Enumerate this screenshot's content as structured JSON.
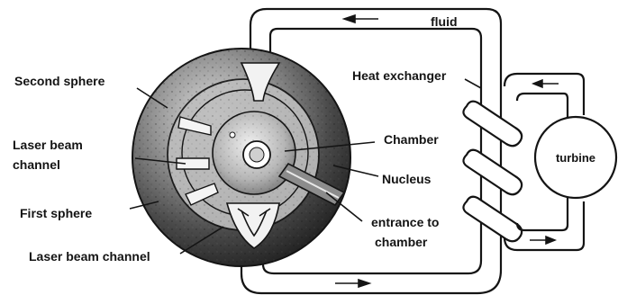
{
  "labels": {
    "fluid": "fluid",
    "second_sphere": "Second sphere",
    "laser_beam_channel_left_1": "Laser beam",
    "laser_beam_channel_left_2": "channel",
    "first_sphere": "First sphere",
    "laser_beam_channel_bottom": "Laser beam channel",
    "heat_exchanger": "Heat exchanger",
    "chamber": "Chamber",
    "nucleus": "Nucleus",
    "entrance_1": "entrance to",
    "entrance_2": "chamber",
    "turbine": "turbine"
  },
  "colors": {
    "ink": "#141414",
    "sphere_dark": "#2a2a2a",
    "sphere_mid": "#5a5a5a",
    "sphere_light": "#d8d8d8",
    "background": "#ffffff"
  }
}
